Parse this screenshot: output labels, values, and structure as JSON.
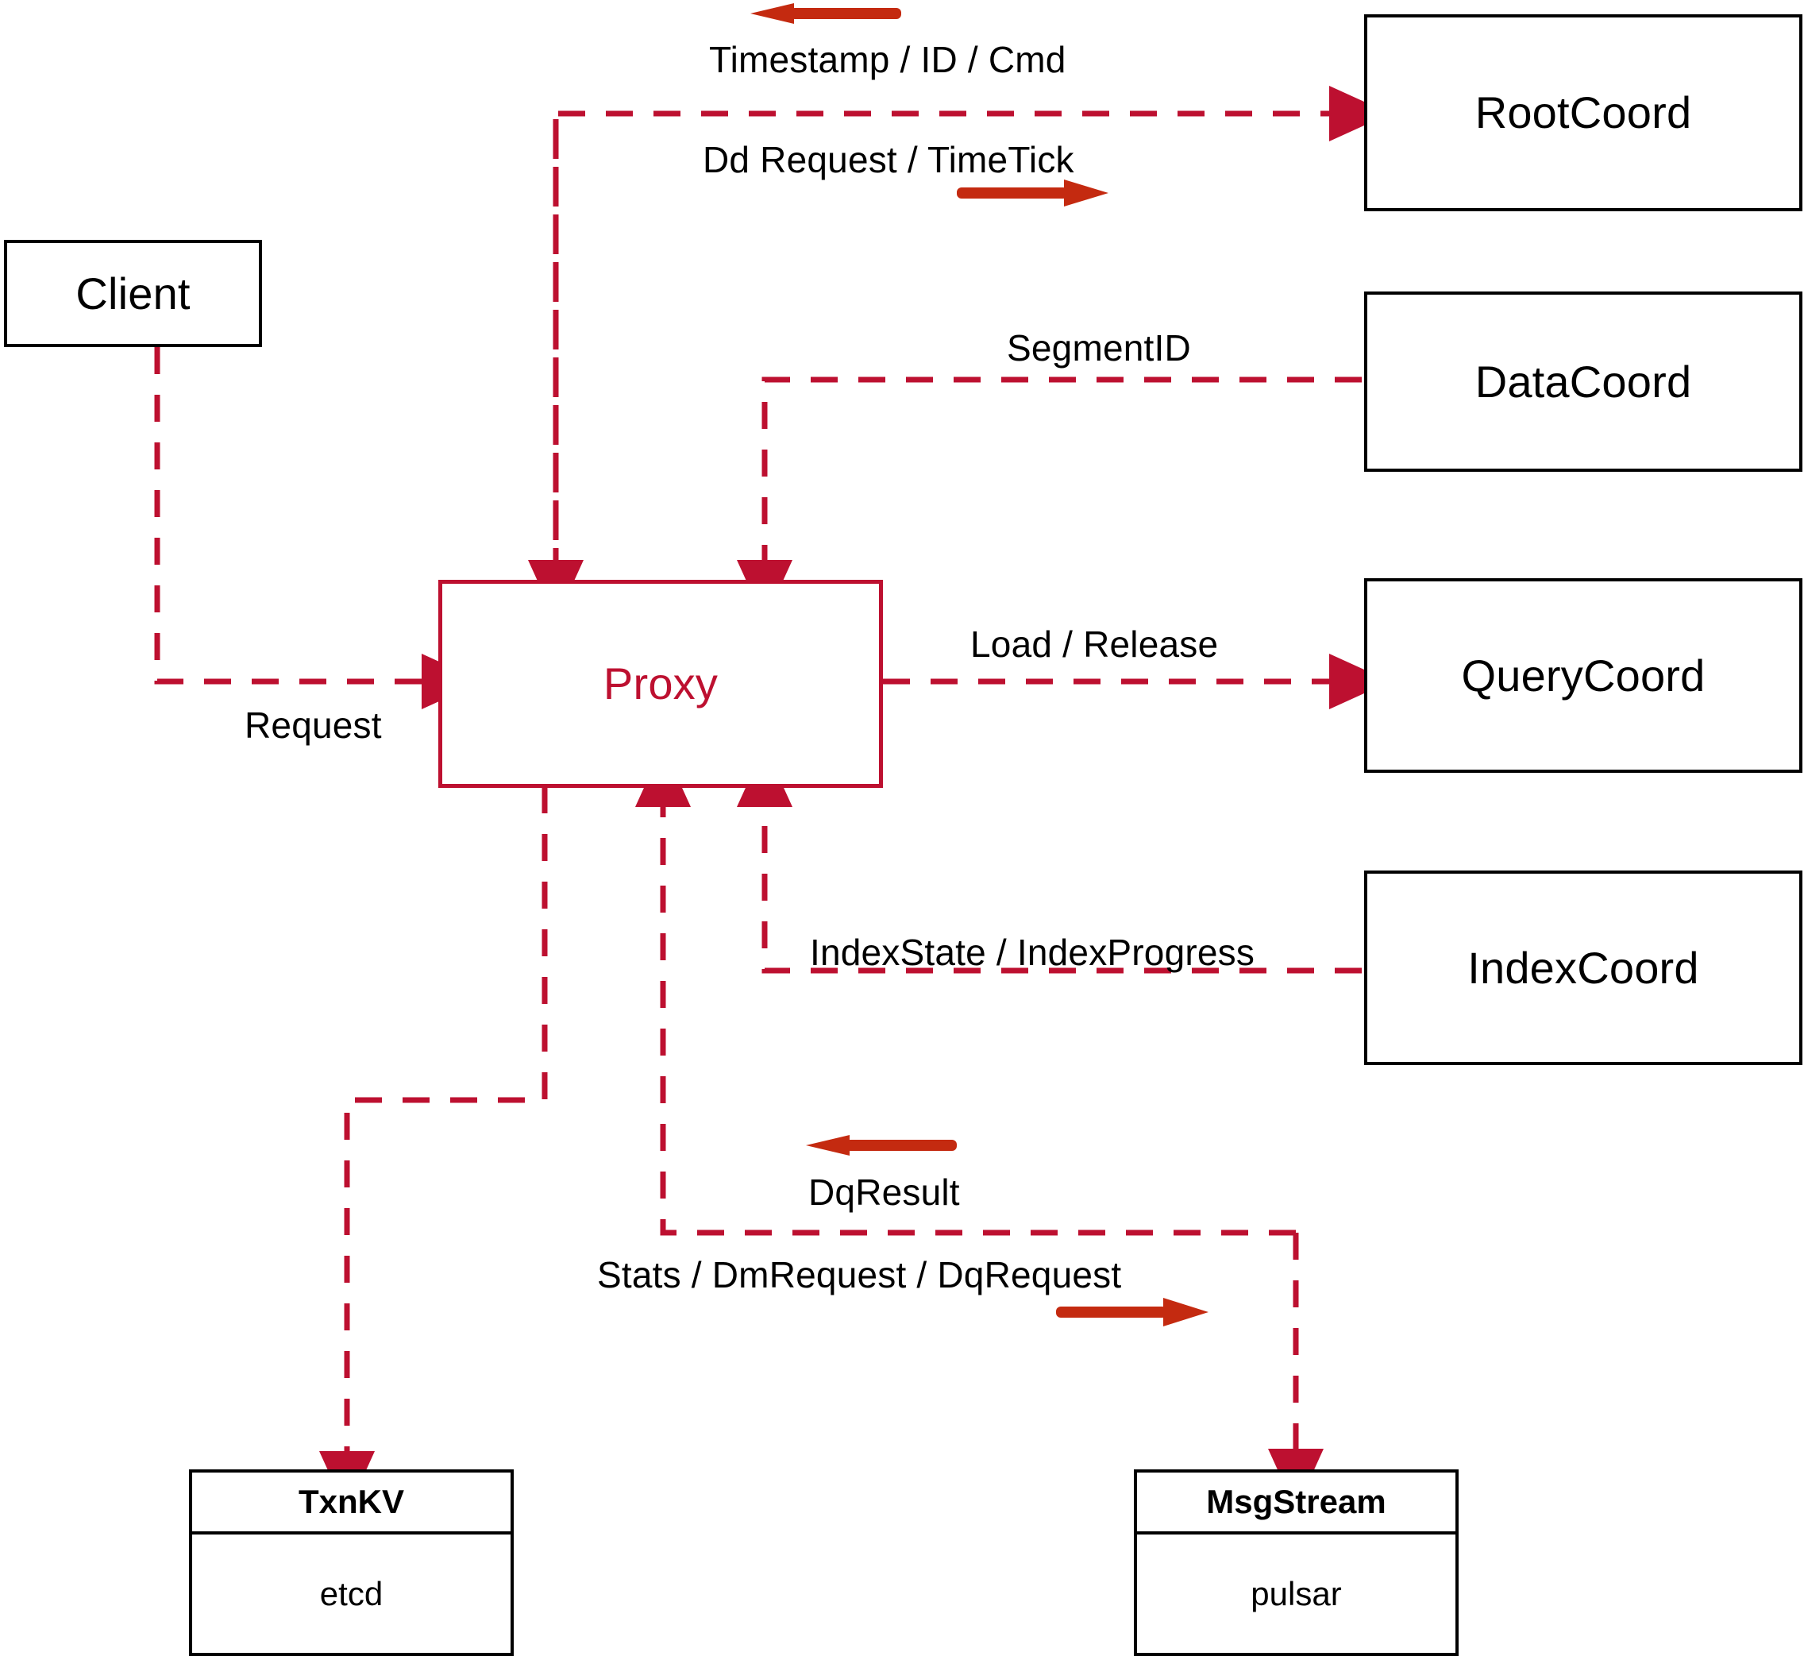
{
  "diagram": {
    "title": "Milvus Proxy component interaction diagram",
    "colors": {
      "dashed_red": "#bd1030",
      "arrow_red": "#c42a10",
      "node_black": "#000000",
      "background": "#ffffff"
    },
    "nodes": {
      "client": {
        "label": "Client"
      },
      "proxy": {
        "label": "Proxy"
      },
      "root_coord": {
        "label": "RootCoord"
      },
      "data_coord": {
        "label": "DataCoord"
      },
      "query_coord": {
        "label": "QueryCoord"
      },
      "index_coord": {
        "label": "IndexCoord"
      },
      "txn_kv": {
        "header": "TxnKV",
        "body": "etcd"
      },
      "msg_stream": {
        "header": "MsgStream",
        "body": "pulsar"
      }
    },
    "edge_labels": {
      "timestamp_id_cmd": "Timestamp / ID / Cmd",
      "dd_request_timetick": "Dd Request / TimeTick",
      "segment_id": "SegmentID",
      "request": "Request",
      "load_release": "Load / Release",
      "index_state_progress": "IndexState / IndexProgress",
      "dq_result": "DqResult",
      "stats_dm_dq_request": "Stats / DmRequest / DqRequest"
    },
    "direction_arrows": [
      {
        "name": "timestamp-direction-arrow",
        "points": "left"
      },
      {
        "name": "dd-request-direction-arrow",
        "points": "right"
      },
      {
        "name": "dqresult-direction-arrow",
        "points": "left"
      },
      {
        "name": "dqrequest-direction-arrow",
        "points": "right"
      }
    ]
  }
}
